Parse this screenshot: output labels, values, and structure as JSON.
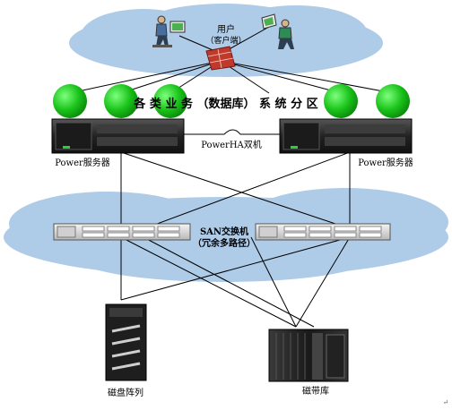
{
  "user_label_line1": "用户",
  "user_label_line2": "（客户端）",
  "partition_label": "各 类 业 务 （数据库） 系 统 分 区",
  "ha_label": "PowerHA双机",
  "server_left_label": "Power服务器",
  "server_right_label": "Power服务器",
  "san_label_line1": "SAN交换机",
  "san_label_line2": "（冗余多路径）",
  "disk_label": "磁盘阵列",
  "tape_label": "磁带库",
  "corner_mark": "↵",
  "colors": {
    "cloud": "#aecbe8",
    "cloud_edge": "#8fb3da",
    "partition_green": "#1ec21e",
    "server_dark": "#2b2b2b",
    "line": "#000000",
    "firewall": "#c0392b"
  },
  "icons": [
    "user-workstation-icon",
    "user-laptop-icon",
    "firewall-icon",
    "server-icon",
    "switch-icon",
    "disk-array-icon",
    "tape-library-icon"
  ]
}
